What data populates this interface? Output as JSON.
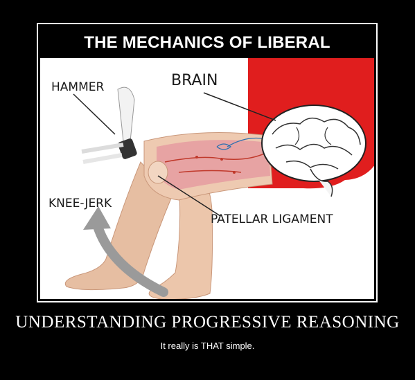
{
  "poster": {
    "title": "THE MECHANICS OF LIBERAL REASONING",
    "heading": "UNDERSTANDING PROGRESSIVE REASONING",
    "subline": "It really is THAT simple."
  },
  "labels": {
    "hammer": "HAMMER",
    "brain": "BRAIN",
    "knee_jerk": "KNEE-JERK",
    "patellar_ligament": "PATELLAR LIGAMENT"
  },
  "colors": {
    "background": "#000000",
    "panel": "#ffffff",
    "brain_backdrop": "#e01e1e",
    "skin": "#e8c4a8",
    "muscle": "#e7a3a3",
    "arrow": "#9a9a9a"
  }
}
